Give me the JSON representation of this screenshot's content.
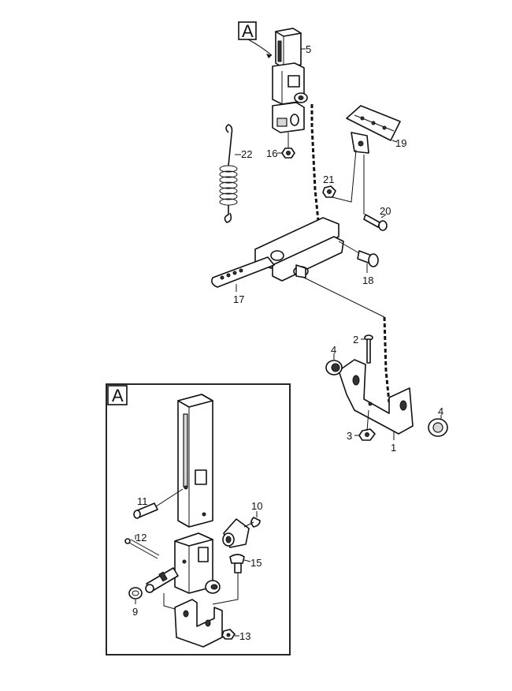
{
  "view_callout": "A",
  "inset_title": "A",
  "callouts": {
    "c1": "1",
    "c2": "2",
    "c3": "3",
    "c4a": "4",
    "c4b": "4",
    "c5": "5",
    "c9": "9",
    "c10": "10",
    "c11": "11",
    "c12": "12",
    "c13": "13",
    "c15": "15",
    "c16": "16",
    "c17": "17",
    "c18": "18",
    "c19": "19",
    "c20": "20",
    "c21": "21",
    "c22": "22"
  }
}
